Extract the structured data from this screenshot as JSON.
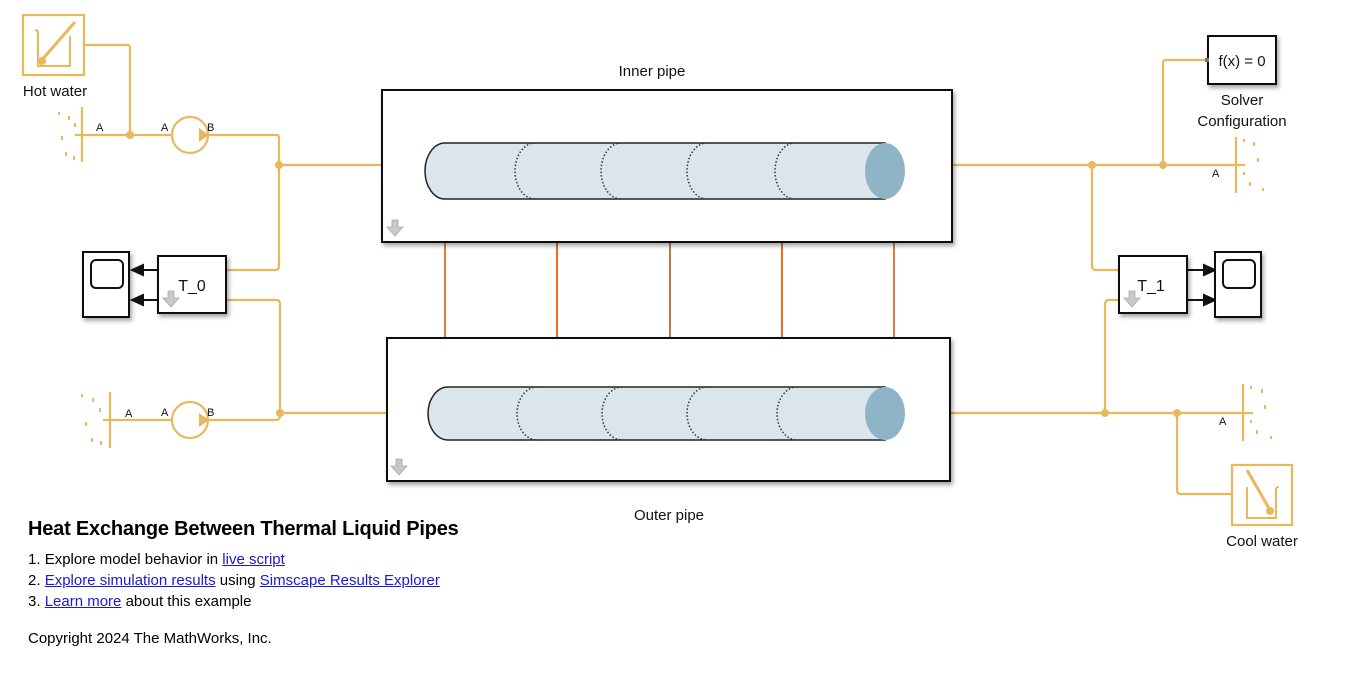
{
  "model": {
    "title": "Heat Exchange Between Thermal Liquid Pipes",
    "colors": {
      "thermal_liquid_line": "#e8b85a",
      "thermal_line": "#e8762a",
      "pipe_body": "#dbe6ec",
      "pipe_end": "#8fb3c7",
      "block_border": "#000000"
    }
  },
  "blocks": {
    "hot_water": {
      "label": "Hot water",
      "icon": "thermometer-beaker-icon"
    },
    "cool_water": {
      "label": "Cool water",
      "icon": "thermometer-beaker-icon"
    },
    "inner_pipe": {
      "label": "Inner pipe",
      "icon": "pipe-icon"
    },
    "outer_pipe": {
      "label": "Outer pipe",
      "icon": "pipe-icon"
    },
    "solver": {
      "label_line1": "Solver",
      "label_line2": "Configuration",
      "text": "f(x) = 0"
    },
    "sensor_t0": {
      "text": "T_0"
    },
    "sensor_t1": {
      "text": "T_1"
    },
    "scope_left": {
      "icon": "scope-icon"
    },
    "scope_right": {
      "icon": "scope-icon"
    },
    "pump_top": {
      "port_a": "A",
      "port_b": "B"
    },
    "pump_bottom": {
      "port_a": "A",
      "port_b": "B"
    },
    "reservoir_top_left": {
      "port": "A"
    },
    "reservoir_bottom_left": {
      "port": "A"
    },
    "reservoir_top_right": {
      "port": "A"
    },
    "reservoir_bottom_right": {
      "port": "A"
    }
  },
  "annotation": {
    "heading": "Heat Exchange Between Thermal Liquid Pipes",
    "items": [
      {
        "prefix": "1. ",
        "text_before": "Explore model behavior in ",
        "link1": "live script",
        "middle": "",
        "link2": "",
        "suffix": ""
      },
      {
        "prefix": "2. ",
        "text_before": "",
        "link1": "Explore simulation results",
        "middle": " using ",
        "link2": "Simscape Results Explorer",
        "suffix": ""
      },
      {
        "prefix": "3. ",
        "text_before": "",
        "link1": "Learn more",
        "middle": "",
        "link2": "",
        "suffix": " about this example"
      }
    ],
    "copyright": "Copyright 2024 The MathWorks, Inc."
  }
}
